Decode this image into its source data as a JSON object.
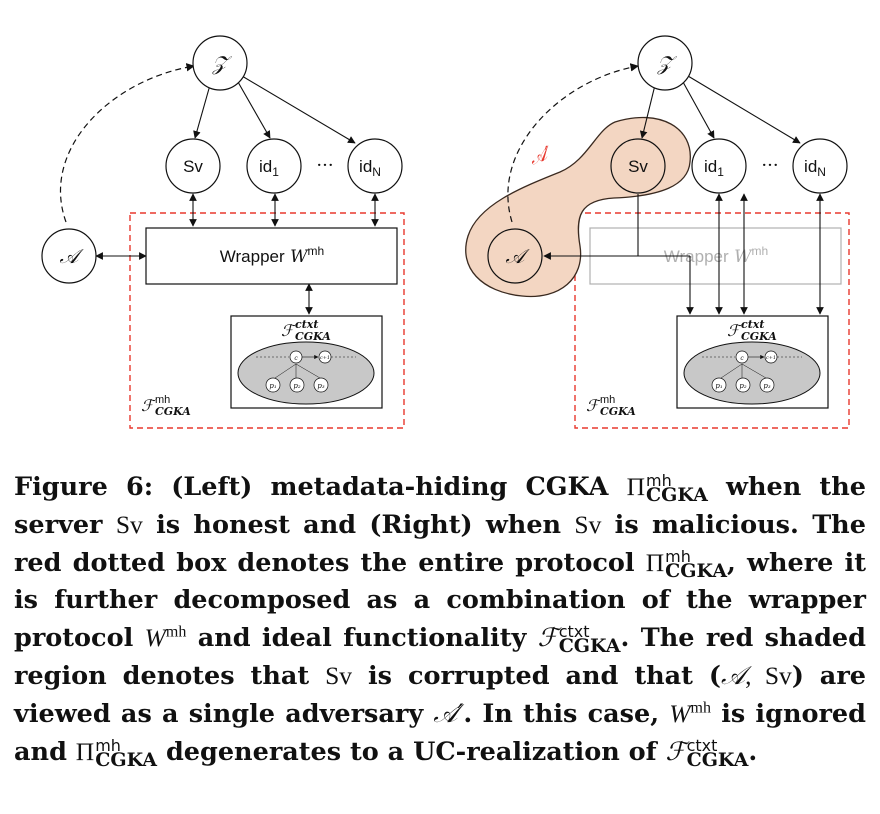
{
  "left": {
    "env": "𝒵",
    "server": "Sv",
    "id1_base": "id",
    "id1_sub": "1",
    "idN_base": "id",
    "idN_sub": "N",
    "dots": "···",
    "adv": "𝒜",
    "wrapper_word": "Wrapper",
    "wrapper_W": "W",
    "wrapper_sup": "mh",
    "func_F": "ℱ",
    "func_sup": "ctxt",
    "func_sub": "CGKA",
    "outer_F": "ℱ",
    "outer_sup": "mh",
    "outer_sub": "CGKA",
    "inner_top_label": "c",
    "inner_top_label2": "c+1",
    "inner_party_1": "p₁",
    "inner_party_2": "p₂",
    "inner_party_3": "p₃"
  },
  "right": {
    "env": "𝒵",
    "server": "Sv",
    "id1_base": "id",
    "id1_sub": "1",
    "idN_base": "id",
    "idN_sub": "N",
    "dots": "···",
    "adv": "𝒜",
    "adv_prime": "𝒜′",
    "wrapper_word": "Wrapper",
    "wrapper_W": "W",
    "wrapper_sup": "mh",
    "func_F": "ℱ",
    "func_sup": "ctxt",
    "func_sub": "CGKA",
    "outer_F": "ℱ",
    "outer_sup": "mh",
    "outer_sub": "CGKA",
    "inner_top_label": "c",
    "inner_top_label2": "c+1",
    "inner_party_1": "p₁",
    "inner_party_2": "p₂",
    "inner_party_3": "p₃"
  },
  "colors": {
    "red_dash": "#e8382e",
    "shade_fill": "#f3d6c2",
    "shade_stroke": "#3a2a20",
    "faded": "#b0b0b0",
    "ellipse_fill": "#c8c8c8"
  },
  "caption": {
    "fig": "Figure 6:",
    "t1": "(Left) metadata-hiding CGKA",
    "pi": "Π",
    "mh": "mh",
    "cgka": "CGKA",
    "t2": "when the server",
    "sv": "Sv",
    "t3": "is honest and (Right) when",
    "t4": "is malicious. The red dotted box denotes the entire protocol",
    "t5": ", where it is further decomposed as a combination of the wrapper protocol",
    "w": "W",
    "t6": "and ideal functionality",
    "f": "ℱ",
    "ctxt": "ctxt",
    "t7": ". The red shaded region denotes that",
    "t8": "is corrupted and that (",
    "a": "𝒜",
    "comma": ", ",
    "t9": ") are viewed as a single adversary",
    "aprime": "𝒜′",
    "t10": ". In this case,",
    "t11": "is ignored and",
    "t12": "degenerates to a UC-realization of",
    "period": "."
  }
}
